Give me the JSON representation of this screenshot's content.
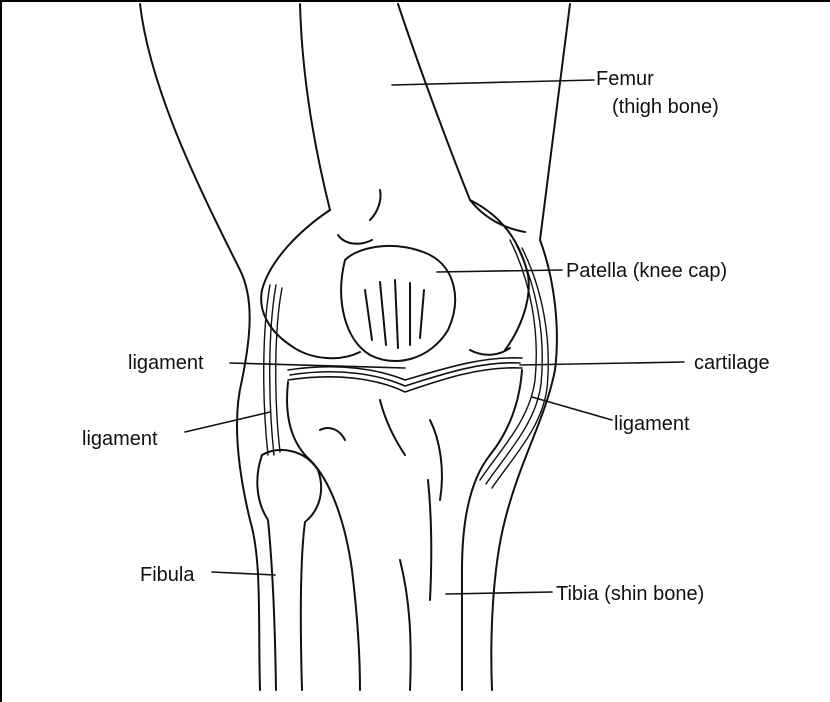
{
  "diagram": {
    "colors": {
      "ink": "#111111",
      "background": "#ffffff"
    },
    "labels": {
      "femur": "Femur",
      "femur_sub": "(thigh bone)",
      "patella": "Patella (knee cap)",
      "ligament_left_upper": "ligament",
      "cartilage": "cartilage",
      "ligament_left_lower": "ligament",
      "ligament_right": "ligament",
      "fibula": "Fibula",
      "tibia": "Tibia (shin bone)"
    }
  }
}
